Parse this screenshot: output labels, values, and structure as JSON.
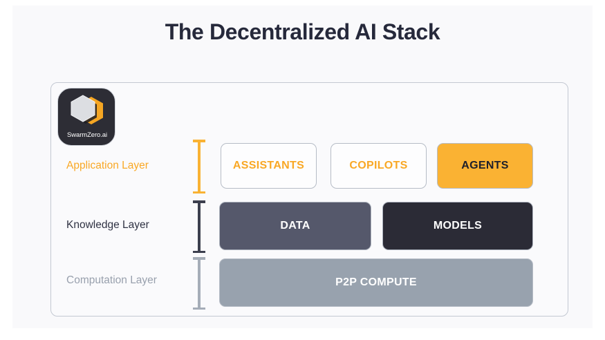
{
  "page": {
    "title": "The Decentralized AI Stack"
  },
  "logo": {
    "name": "SwarmZero.ai",
    "icon": "swarmzero-hexagon-logo",
    "background_color": "#2d2d35",
    "hexagon_front_color": "#d8dade",
    "hexagon_accent_color": "#f5a623"
  },
  "stack": {
    "layers": [
      {
        "id": "application",
        "label": "Application Layer",
        "label_color": "#f9a825",
        "bracket_color": "#f9b233",
        "boxes": [
          {
            "label": "ASSISTANTS",
            "fill": "#fdfdfe",
            "text_color": "#f9a825",
            "border": "#b6bcc6"
          },
          {
            "label": "COPILOTS",
            "fill": "#fdfdfe",
            "text_color": "#f9a825",
            "border": "#b6bcc6"
          },
          {
            "label": "AGENTS",
            "fill": "#fab233",
            "text_color": "#1d1f2b",
            "border": "#b6bcc6"
          }
        ]
      },
      {
        "id": "knowledge",
        "label": "Knowledge Layer",
        "label_color": "#2f3243",
        "bracket_color": "#3c3f4e",
        "boxes": [
          {
            "label": "DATA",
            "fill": "#55586b",
            "text_color": "#ffffff",
            "border": "#aeb4bf"
          },
          {
            "label": "MODELS",
            "fill": "#2b2b36",
            "text_color": "#ffffff",
            "border": "#aeb4bf"
          }
        ]
      },
      {
        "id": "computation",
        "label": "Computation Layer",
        "label_color": "#98a0ad",
        "bracket_color": "#a5adb8",
        "boxes": [
          {
            "label": "P2P COMPUTE",
            "fill": "#98a2ae",
            "text_color": "#ffffff",
            "border": "#b6bcc6"
          }
        ]
      }
    ]
  },
  "theme": {
    "page_background": "#ffffff",
    "canvas_background": "#f9f9fb",
    "title_color": "#26293b",
    "container_border": "#c3c8d2"
  }
}
